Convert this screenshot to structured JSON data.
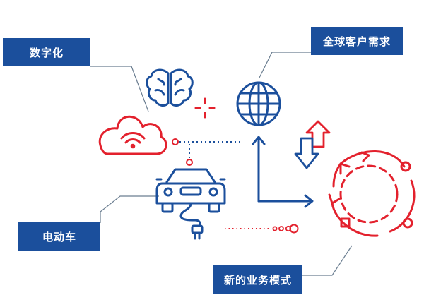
{
  "labels": {
    "digital": "数字化",
    "global_demand": "全球客户需求",
    "ev": "电动车",
    "new_business": "新的业务模式"
  },
  "colors": {
    "blue": "#1b4f9c",
    "red": "#e3212d",
    "gray": "#6a7d90"
  },
  "icons": [
    "brain-icon",
    "cloud-wifi-icon",
    "globe-icon",
    "car-icon",
    "plug-icon",
    "up-down-arrows-icon",
    "cycle-icon",
    "crosshair-icon"
  ]
}
